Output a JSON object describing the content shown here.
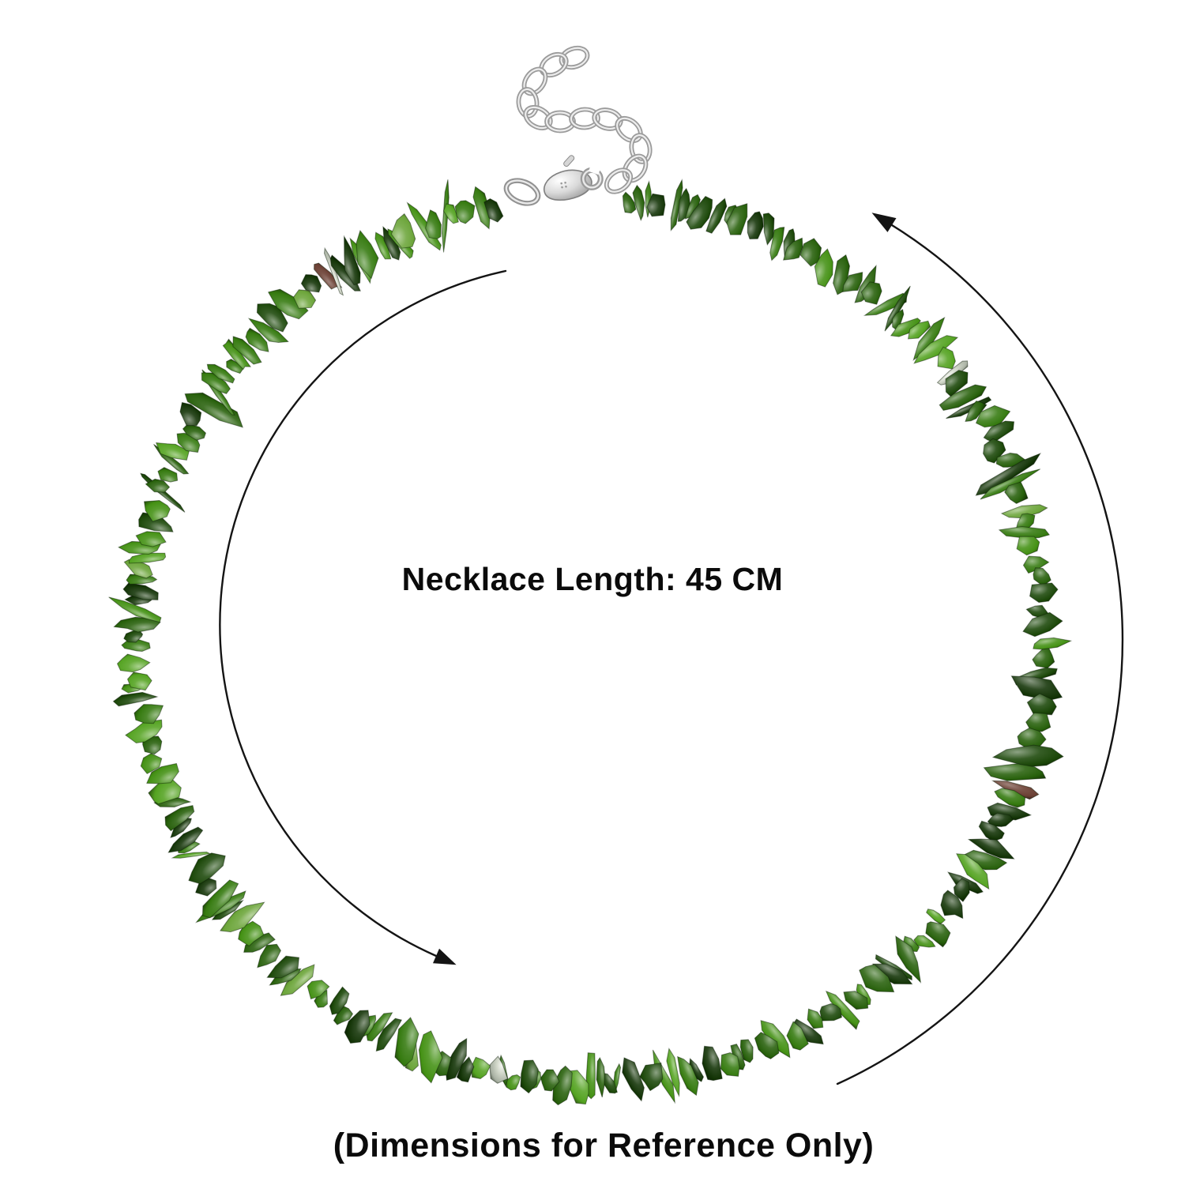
{
  "image": {
    "background_color": "#ffffff",
    "subject": "green gemstone chip necklace laid out in a circle with silver lobster clasp and extender chain"
  },
  "labels": {
    "necklace_length": "Necklace Length: 45 CM",
    "reference_note": "(Dimensions for Reference Only)"
  },
  "necklace": {
    "length_value": "45 CM",
    "bead_palette": [
      "#123305",
      "#1b4708",
      "#27600b",
      "#357a0f",
      "#449114",
      "#54a321",
      "#6ca53a"
    ],
    "accent_silver": "#a9b1a3",
    "accent_brown": "#6b4034",
    "bead_outline": "rgba(8,24,4,0.45)"
  },
  "hardware": {
    "type": "lobster clasp with extender chain",
    "silver_light": "#f0f0f0",
    "silver_mid": "#c0c0c0",
    "silver_dark": "#8a8a8a"
  },
  "annotations": {
    "arrow_color": "#141414",
    "inner_arrow": "arc inside the necklace, arrowhead pointing down-right",
    "outer_arrow": "arc outside the necklace on the right, arrowhead pointing up-left"
  }
}
